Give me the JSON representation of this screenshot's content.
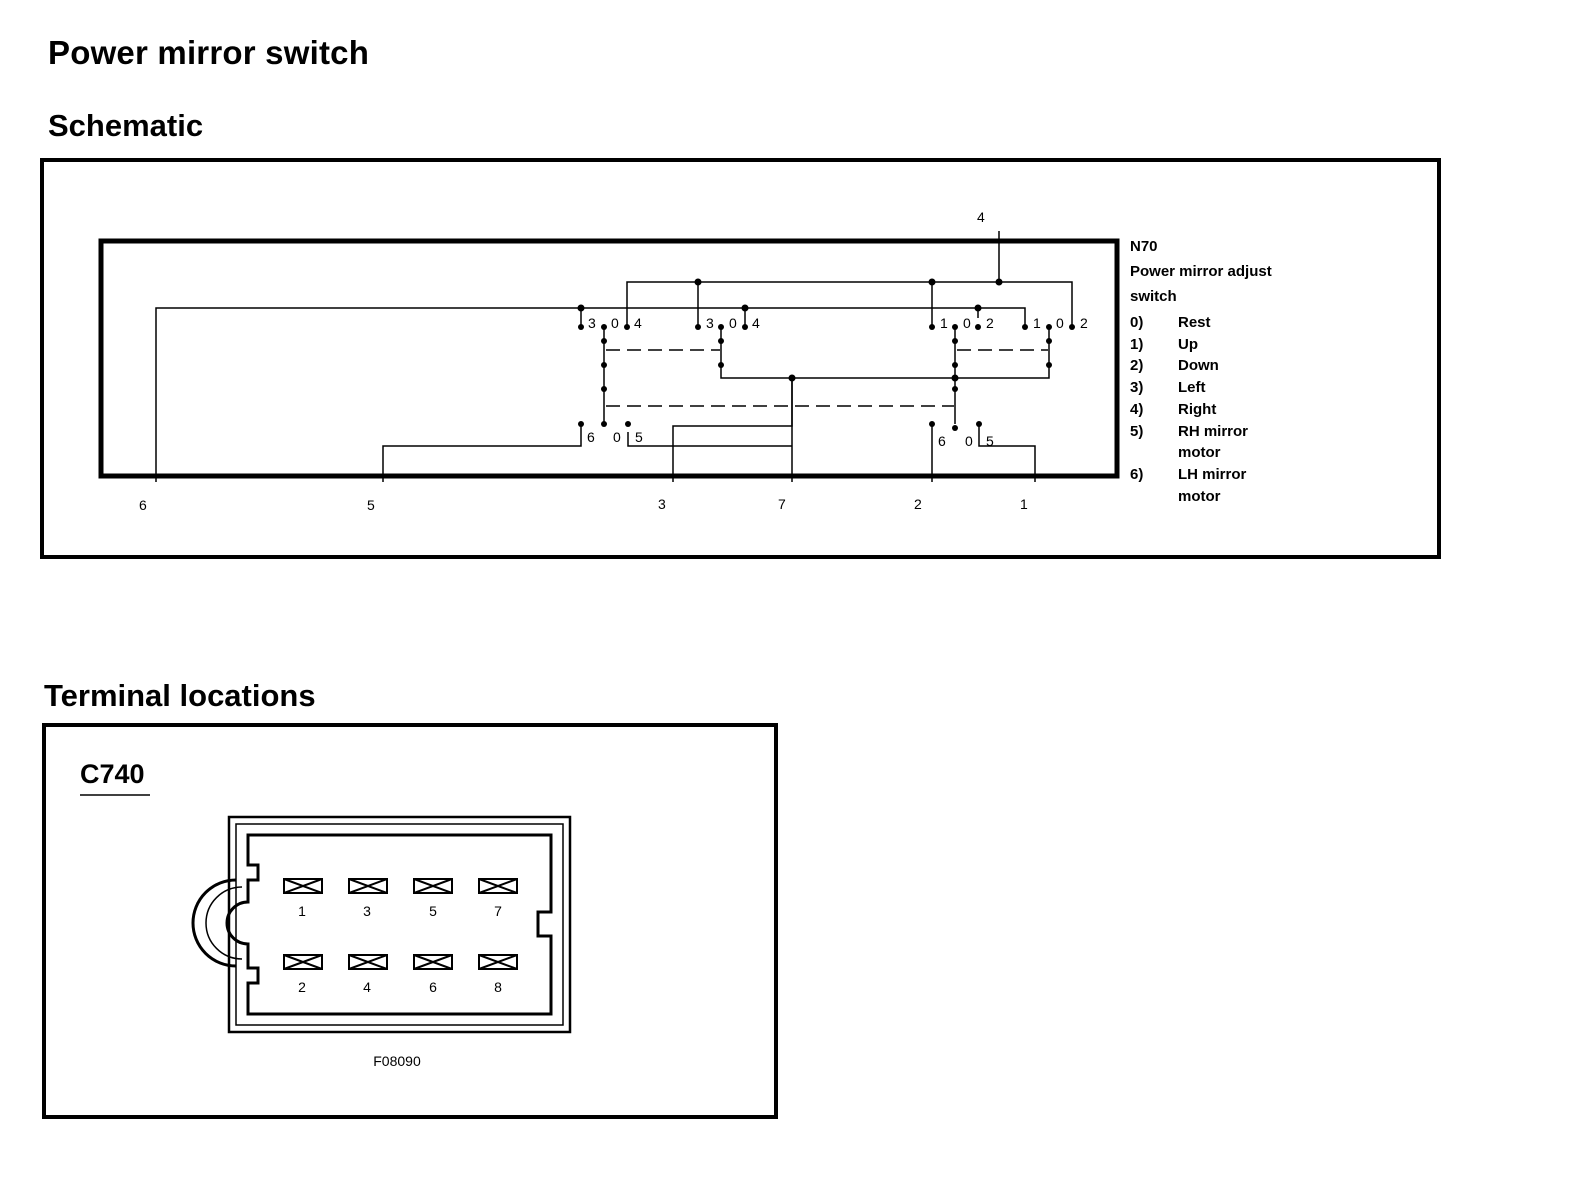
{
  "page": {
    "title": "Power mirror switch",
    "schematic_heading": "Schematic",
    "terminals_heading": "Terminal locations"
  },
  "schematic": {
    "component_id": "N70",
    "component_name_line1": "Power mirror adjust",
    "component_name_line2": "switch",
    "legend": [
      {
        "key": "0)",
        "lines": [
          "Rest"
        ]
      },
      {
        "key": "1)",
        "lines": [
          "Up"
        ]
      },
      {
        "key": "2)",
        "lines": [
          "Down"
        ]
      },
      {
        "key": "3)",
        "lines": [
          "Left"
        ]
      },
      {
        "key": "4)",
        "lines": [
          "Right"
        ]
      },
      {
        "key": "5)",
        "lines": [
          "RH mirror",
          "motor"
        ]
      },
      {
        "key": "6)",
        "lines": [
          "LH mirror",
          "motor"
        ]
      }
    ],
    "top_pin": "4",
    "bottom_pins": [
      "6",
      "5",
      "3",
      "7",
      "2",
      "1"
    ],
    "switch_labels": {
      "g1": [
        "3",
        "0",
        "4"
      ],
      "g2": [
        "3",
        "0",
        "4"
      ],
      "g3": [
        "1",
        "0",
        "2"
      ],
      "g4": [
        "1",
        "0",
        "2"
      ],
      "g5": [
        "6",
        "0",
        "5"
      ],
      "g6": [
        "6",
        "0",
        "5"
      ]
    }
  },
  "terminals": {
    "connector_id": "C740",
    "top_row": [
      "1",
      "3",
      "5",
      "7"
    ],
    "bottom_row": [
      "2",
      "4",
      "6",
      "8"
    ],
    "figure_code": "F08090"
  }
}
